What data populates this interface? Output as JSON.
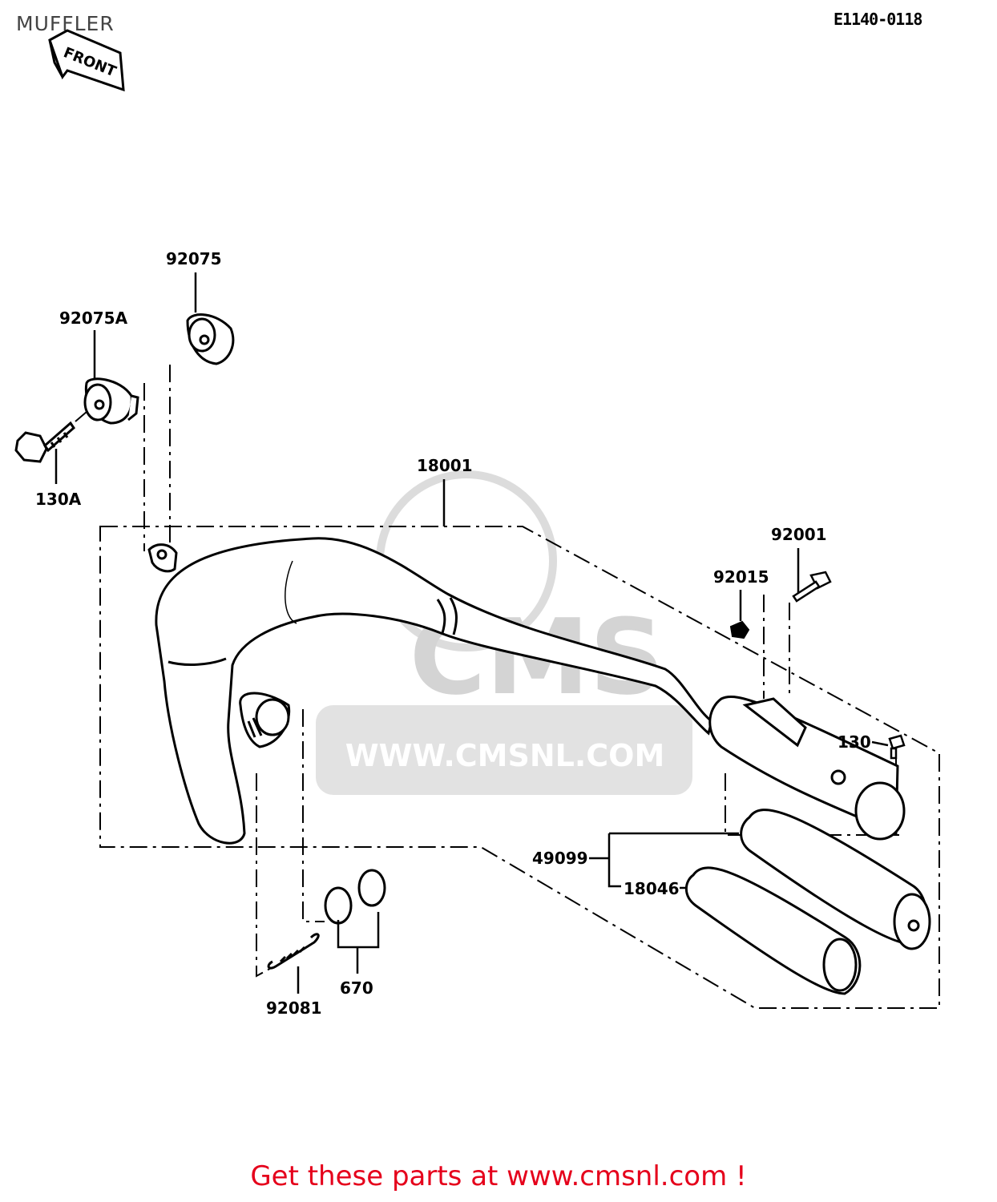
{
  "header": {
    "title": "MUFFLER",
    "ref_code": "E1140-0118",
    "front_arrow": "FRONT"
  },
  "parts": {
    "p92075": "92075",
    "p92075A": "92075A",
    "p130A": "130A",
    "p18001": "18001",
    "p92001": "92001",
    "p92015": "92015",
    "p130": "130",
    "p49099": "49099",
    "p18046": "18046",
    "p670": "670",
    "p92081": "92081"
  },
  "watermark": {
    "brand": "CMS",
    "url": "WWW.CMSNL.COM"
  },
  "footer": {
    "cta": "Get these parts at www.cmsnl.com !"
  },
  "colors": {
    "footer_text": "#e5001b",
    "watermark": "#d4d4d4"
  }
}
